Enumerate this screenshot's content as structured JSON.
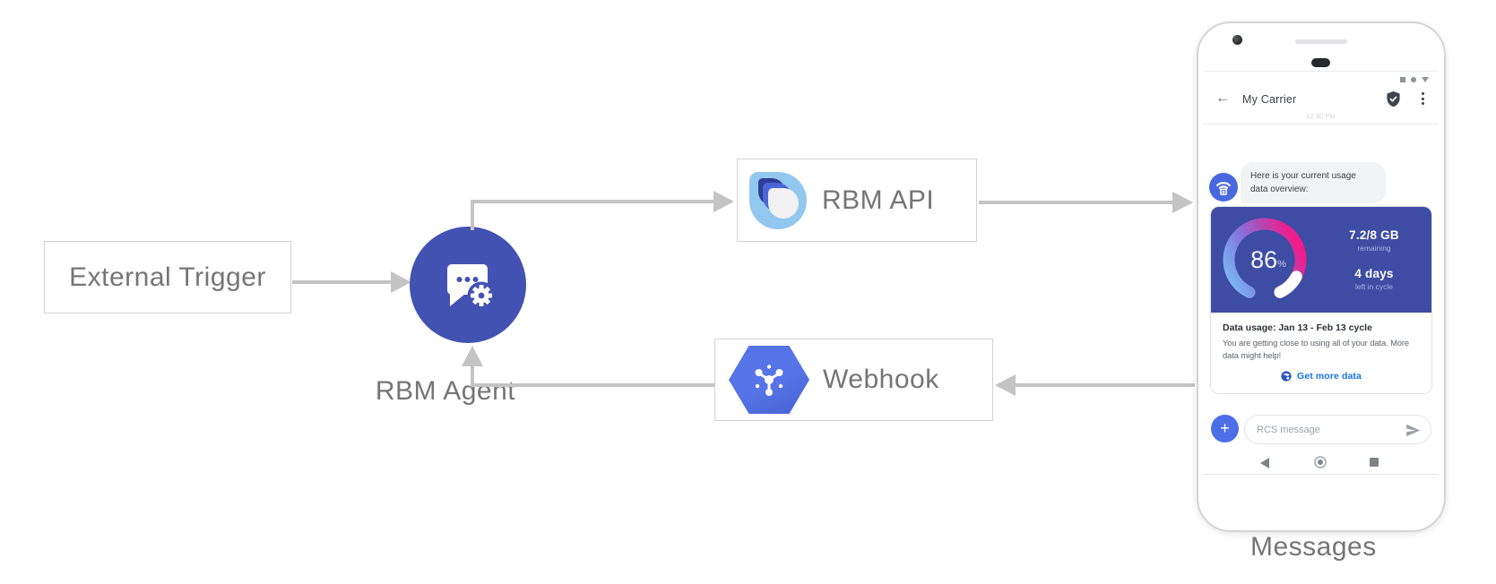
{
  "diagram": {
    "external_trigger_label": "External Trigger",
    "rbm_agent_label": "RBM Agent",
    "rbm_api_label": "RBM API",
    "webhook_label": "Webhook",
    "messages_label": "Messages"
  },
  "phone": {
    "header": {
      "back_glyph": "←",
      "title": "My Carrier"
    },
    "timestamp": "12:30 PM",
    "chat": {
      "agent_message": "Here is your current usage data overview:",
      "card": {
        "percent": "86",
        "percent_symbol": "%",
        "remaining_value": "7.2/8 GB",
        "remaining_label": "remaining",
        "days_value": "4 days",
        "days_label": "left in cycle",
        "usage_title": "Data usage: Jan 13 - Feb 13 cycle",
        "usage_body": "You are getting close to using all of your data. More data might help!",
        "action_label": "Get more data"
      }
    },
    "composer": {
      "plus_glyph": "+",
      "placeholder": "RCS message"
    }
  },
  "icons": {
    "agent": "chat-bubble-gear-icon",
    "api_logo": "rbm-drop-logo",
    "webhook": "pubsub-hexagon-icon",
    "avatar": "wifi-antenna-icon",
    "verified": "shield-check-icon",
    "menu": "kebab-menu-icon",
    "send": "send-icon",
    "action": "globe-icon",
    "status": [
      "square-icon",
      "circle-icon",
      "triangle-icon"
    ],
    "nav": [
      "back-triangle-icon",
      "home-circle-icon",
      "overview-square-icon"
    ]
  },
  "colors": {
    "agent_blue": "#4252B2",
    "card_blue": "#3E4CA3",
    "webhook_blue": "#5673E8",
    "api_light_blue": "#92C7F0",
    "avatar_blue": "#4A68DE",
    "link_blue": "#1A73E8",
    "arrow_gray": "#C4C4C4",
    "label_gray": "#757575",
    "gauge_gradient": [
      "#7AB6F2",
      "#8279DD",
      "#B04CB8",
      "#EF1D8C"
    ]
  }
}
